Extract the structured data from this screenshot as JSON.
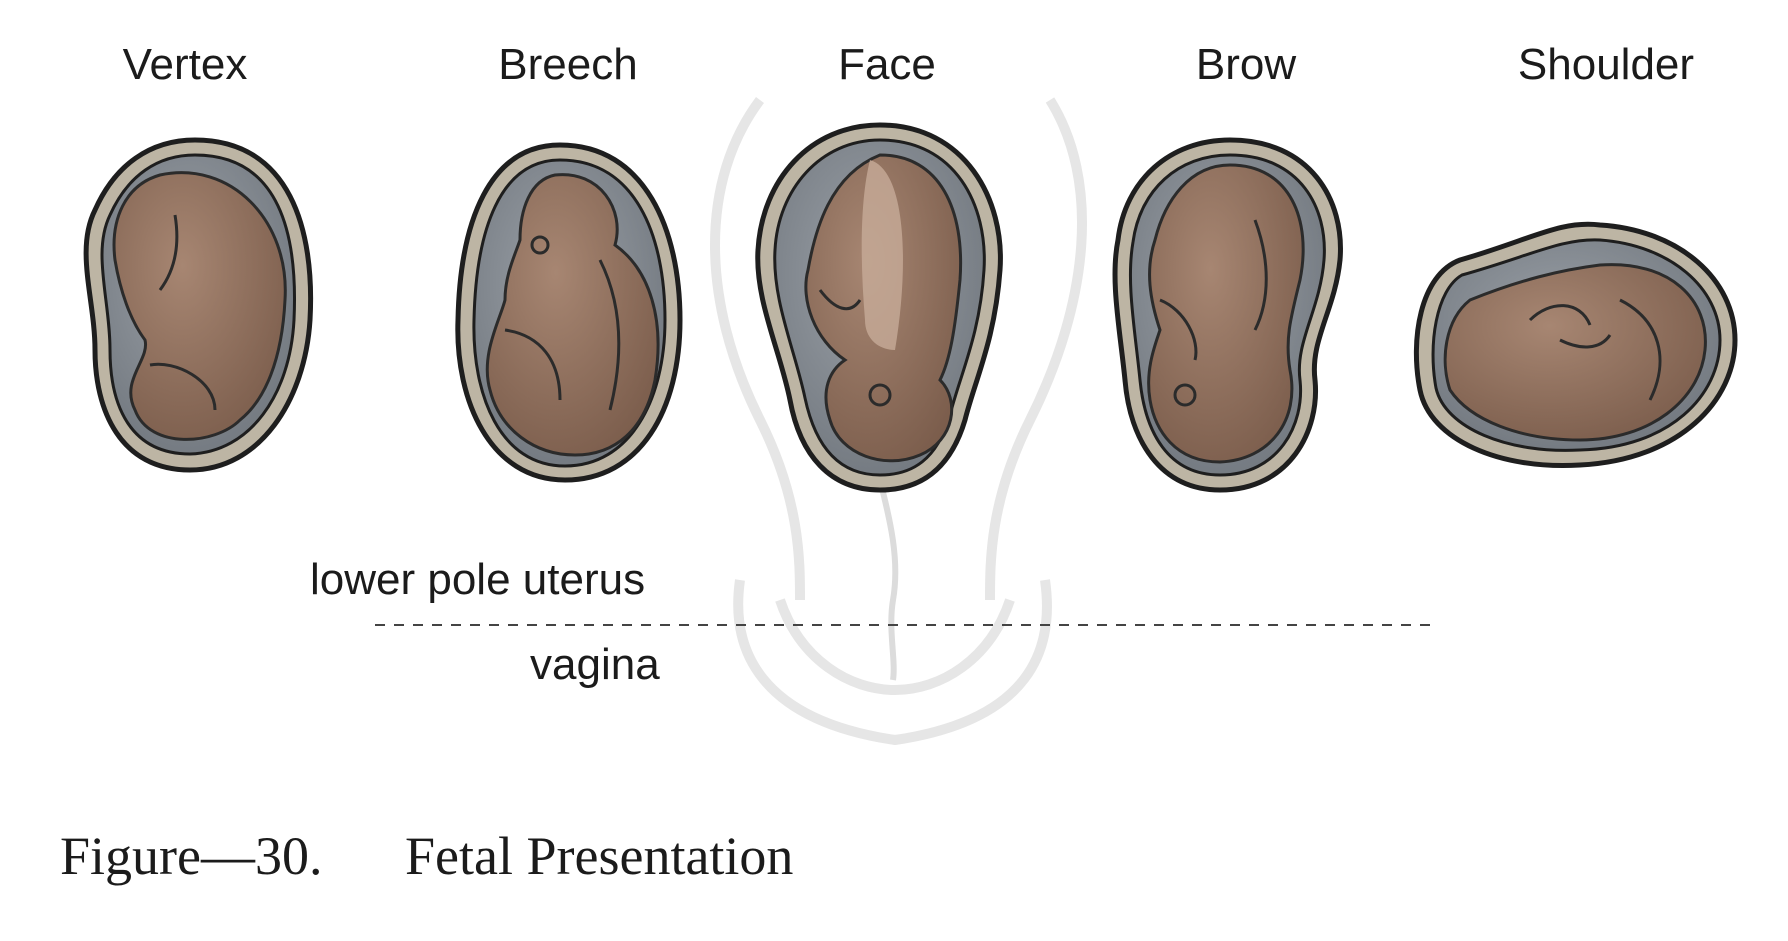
{
  "presentations": [
    {
      "id": "vertex",
      "label": "Vertex"
    },
    {
      "id": "breech",
      "label": "Breech"
    },
    {
      "id": "face",
      "label": "Face"
    },
    {
      "id": "brow",
      "label": "Brow"
    },
    {
      "id": "shoulder",
      "label": "Shoulder"
    }
  ],
  "regions": {
    "upper": "lower pole uterus",
    "lower": "vagina"
  },
  "caption": {
    "number": "Figure—30.",
    "title": "Fetal Presentation"
  },
  "colors": {
    "fetus": "#8a6a57",
    "fetus_highlight": "#a78672",
    "sac_fill": "#7f858c",
    "sac_ring": "#bdb5a4",
    "outline": "#1e1e1e",
    "uterus_ghost": "#e9e9e9"
  }
}
